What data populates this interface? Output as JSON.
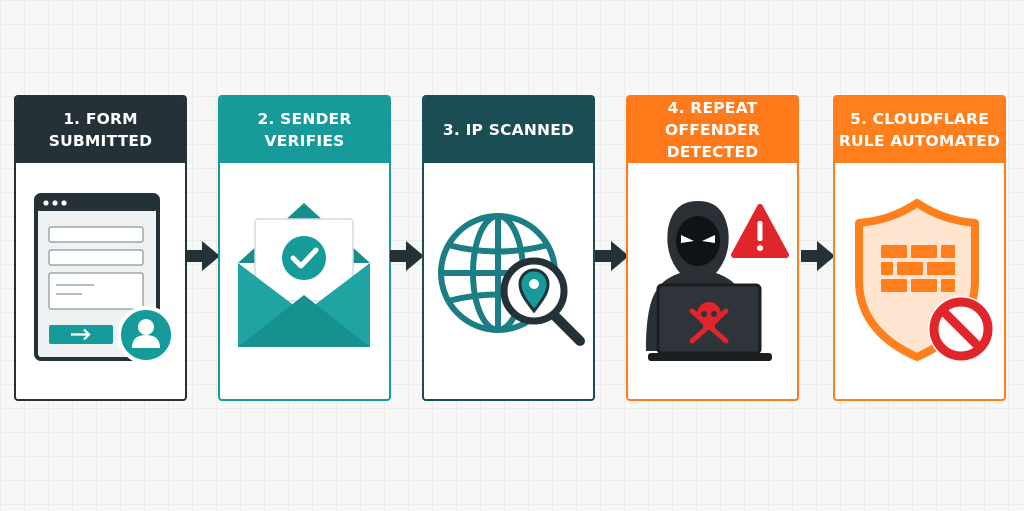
{
  "steps": [
    {
      "title": "1. FORM\nSUBMITTED",
      "color": "#243238",
      "icons": [
        "browser-form-icon",
        "user-icon",
        "arrow-right-icon"
      ]
    },
    {
      "title": "2. SENDER\nVERIFIES",
      "color": "#169a9a",
      "icons": [
        "envelope-icon",
        "check-icon"
      ]
    },
    {
      "title": "3. IP SCANNED",
      "color": "#1b4d55",
      "icons": [
        "globe-icon",
        "magnifier-icon",
        "location-pin-icon"
      ]
    },
    {
      "title": "4. REPEAT OFFENDER\nDETECTED",
      "color": "#ff7a1a",
      "icons": [
        "hacker-icon",
        "laptop-icon",
        "skull-crossbones-icon",
        "warning-icon"
      ]
    },
    {
      "title": "5. CLOUDFLARE\nRULE AUTOMATED",
      "color": "#ff7f1c",
      "icons": [
        "shield-icon",
        "brick-wall-icon",
        "blocked-icon"
      ]
    }
  ],
  "connector": {
    "icon": "arrow-right-icon",
    "color": "#243238"
  }
}
